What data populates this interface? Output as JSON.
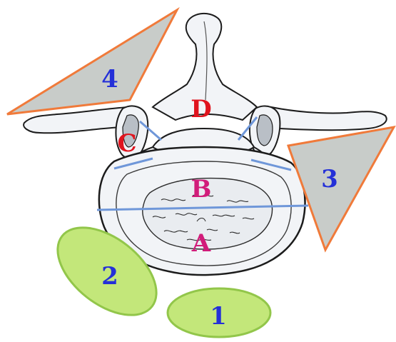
{
  "colors": {
    "bone_fill": "#f2f4f7",
    "bone_stroke": "#1c1c1c",
    "triangle_fill": "#c8ccc9",
    "triangle_stroke": "#f07a3a",
    "ellipse_fill": "#c3e77a",
    "ellipse_stroke": "#92c64a",
    "zone_line": "#6f97d9",
    "zone_number": "#2430d8",
    "label_red": "#e0141e",
    "label_magenta": "#d11c7a"
  },
  "zones": {
    "zone_1": "1",
    "zone_2": "2",
    "zone_3": "3",
    "zone_4": "4"
  },
  "regions": {
    "region_a": "A",
    "region_b": "B",
    "region_c": "C",
    "region_d": "D"
  }
}
